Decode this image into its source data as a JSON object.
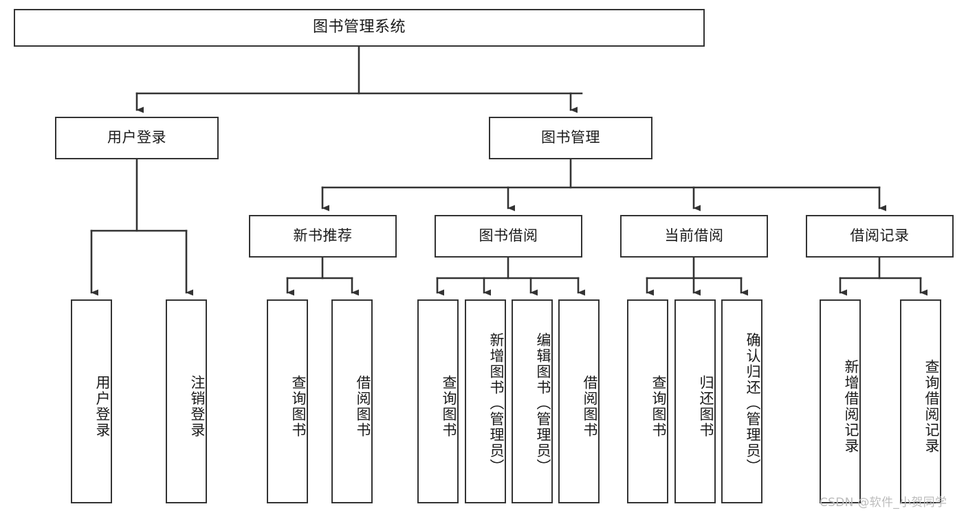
{
  "diagram": {
    "type": "tree-hierarchy",
    "title": "图书管理系统",
    "root": {
      "label": "图书管理系统"
    },
    "level2": [
      {
        "label": "用户登录"
      },
      {
        "label": "图书管理"
      }
    ],
    "level3": [
      {
        "label": "新书推荐"
      },
      {
        "label": "图书借阅"
      },
      {
        "label": "当前借阅"
      },
      {
        "label": "借阅记录"
      }
    ],
    "leaves": {
      "user_login": [
        {
          "label": "用户登录"
        },
        {
          "label": "注销登录"
        }
      ],
      "new_book_recommend": [
        {
          "label": "查询图书"
        },
        {
          "label": "借阅图书"
        }
      ],
      "book_borrow": [
        {
          "label": "查询图书"
        },
        {
          "label": "新增图书（管理员）"
        },
        {
          "label": "编辑图书（管理员）"
        },
        {
          "label": "借阅图书"
        }
      ],
      "current_borrow": [
        {
          "label": "查询图书"
        },
        {
          "label": "归还图书"
        },
        {
          "label": "确认归还（管理员）"
        }
      ],
      "borrow_record": [
        {
          "label": "新增借阅记录"
        },
        {
          "label": "查询借阅记录"
        }
      ]
    }
  },
  "watermark": {
    "text": "CSDN @软件_小贺同学"
  },
  "colors": {
    "border": "#333333",
    "text": "#1a1a1a",
    "background": "#ffffff",
    "connector": "#333333",
    "watermark": "#bcbcbc"
  }
}
